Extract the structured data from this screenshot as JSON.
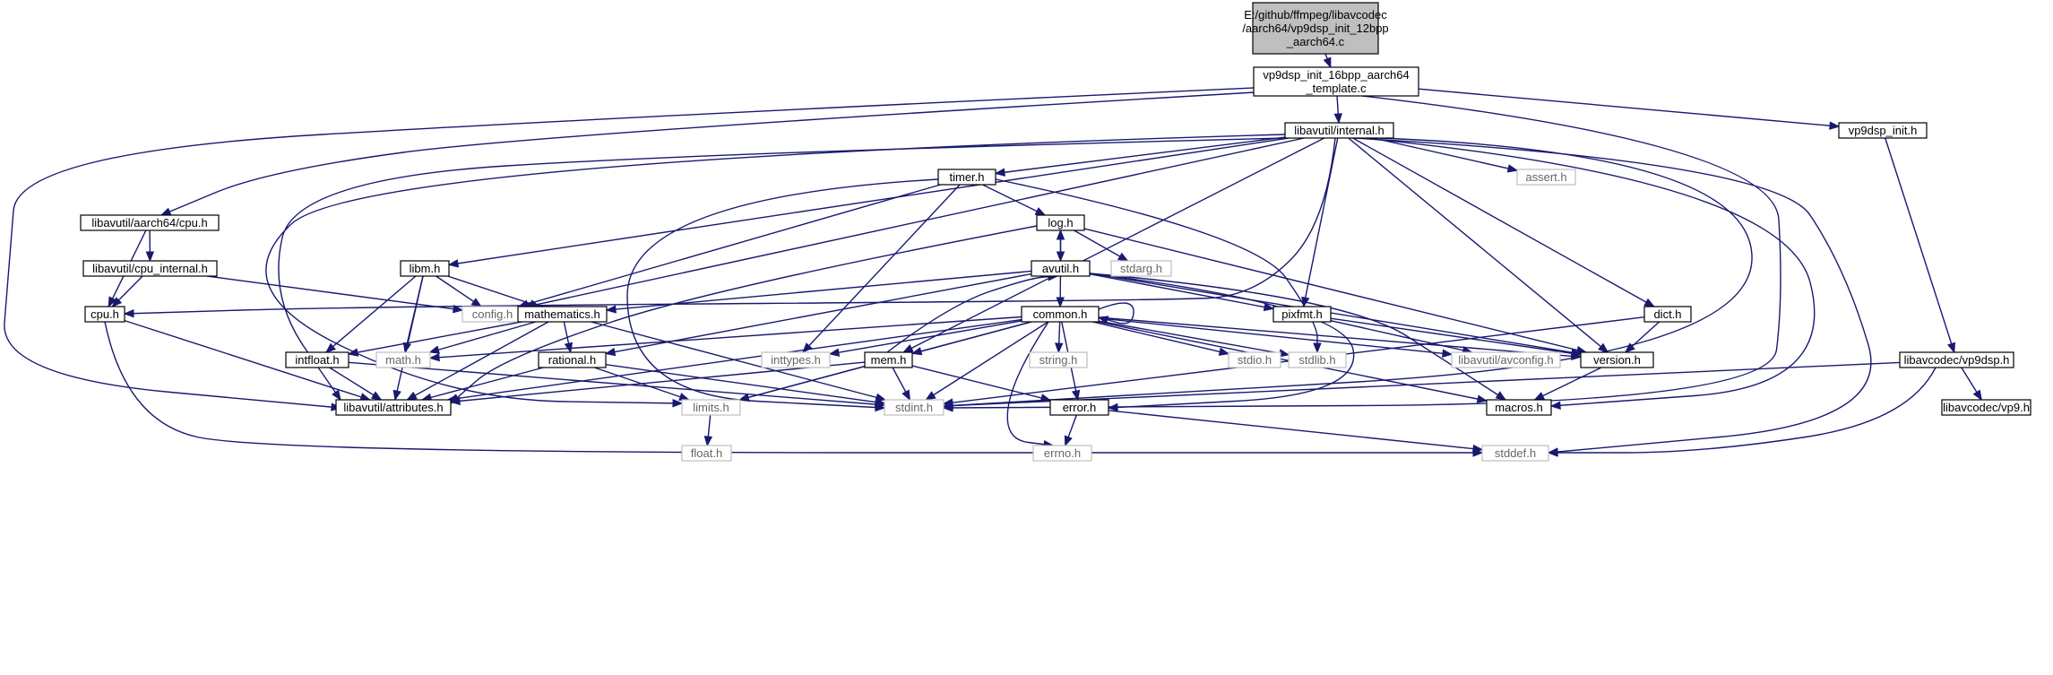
{
  "colors": {
    "edge": "#191970",
    "node_border": "#000000",
    "system_border": "#bfbfbf",
    "root_fill": "#bfbfbf",
    "node_fill": "#ffffff",
    "text": "#000000",
    "system_text": "#666666"
  },
  "nodes": [
    {
      "id": "root",
      "lines": [
        "E:/github/ffmpeg/libavcodec",
        "/aarch64/vp9dsp_init_12bpp",
        "_aarch64.c"
      ],
      "kind": "root"
    },
    {
      "id": "tmpl",
      "lines": [
        "vp9dsp_init_16bpp_aarch64",
        "_template.c"
      ],
      "kind": "file"
    },
    {
      "id": "internal",
      "lines": [
        "libavutil/internal.h"
      ],
      "kind": "file"
    },
    {
      "id": "vp9init",
      "lines": [
        "vp9dsp_init.h"
      ],
      "kind": "file"
    },
    {
      "id": "timer",
      "lines": [
        "timer.h"
      ],
      "kind": "file"
    },
    {
      "id": "assert",
      "lines": [
        "assert.h"
      ],
      "kind": "system"
    },
    {
      "id": "aacpu",
      "lines": [
        "libavutil/aarch64/cpu.h"
      ],
      "kind": "file"
    },
    {
      "id": "cpuint",
      "lines": [
        "libavutil/cpu_internal.h"
      ],
      "kind": "file"
    },
    {
      "id": "log",
      "lines": [
        "log.h"
      ],
      "kind": "file"
    },
    {
      "id": "libm",
      "lines": [
        "libm.h"
      ],
      "kind": "file"
    },
    {
      "id": "stdarg",
      "lines": [
        "stdarg.h"
      ],
      "kind": "system"
    },
    {
      "id": "avutil",
      "lines": [
        "avutil.h"
      ],
      "kind": "file"
    },
    {
      "id": "cpu",
      "lines": [
        "cpu.h"
      ],
      "kind": "file"
    },
    {
      "id": "config",
      "lines": [
        "config.h"
      ],
      "kind": "system"
    },
    {
      "id": "mathematics",
      "lines": [
        "mathematics.h"
      ],
      "kind": "file"
    },
    {
      "id": "common",
      "lines": [
        "common.h"
      ],
      "kind": "file"
    },
    {
      "id": "pixfmt",
      "lines": [
        "pixfmt.h"
      ],
      "kind": "file"
    },
    {
      "id": "dict",
      "lines": [
        "dict.h"
      ],
      "kind": "file"
    },
    {
      "id": "intfloat",
      "lines": [
        "intfloat.h"
      ],
      "kind": "file"
    },
    {
      "id": "math",
      "lines": [
        "math.h"
      ],
      "kind": "system"
    },
    {
      "id": "rational",
      "lines": [
        "rational.h"
      ],
      "kind": "file"
    },
    {
      "id": "inttypes",
      "lines": [
        "inttypes.h"
      ],
      "kind": "system"
    },
    {
      "id": "mem",
      "lines": [
        "mem.h"
      ],
      "kind": "file"
    },
    {
      "id": "string",
      "lines": [
        "string.h"
      ],
      "kind": "system"
    },
    {
      "id": "stdio",
      "lines": [
        "stdio.h"
      ],
      "kind": "system"
    },
    {
      "id": "stdlib",
      "lines": [
        "stdlib.h"
      ],
      "kind": "system"
    },
    {
      "id": "avconfig",
      "lines": [
        "libavutil/avconfig.h"
      ],
      "kind": "system"
    },
    {
      "id": "version",
      "lines": [
        "version.h"
      ],
      "kind": "file"
    },
    {
      "id": "vp9dsp",
      "lines": [
        "libavcodec/vp9dsp.h"
      ],
      "kind": "file"
    },
    {
      "id": "attributes",
      "lines": [
        "libavutil/attributes.h"
      ],
      "kind": "file"
    },
    {
      "id": "limits",
      "lines": [
        "limits.h"
      ],
      "kind": "system"
    },
    {
      "id": "stdint",
      "lines": [
        "stdint.h"
      ],
      "kind": "system"
    },
    {
      "id": "error",
      "lines": [
        "error.h"
      ],
      "kind": "file"
    },
    {
      "id": "macros",
      "lines": [
        "macros.h"
      ],
      "kind": "file"
    },
    {
      "id": "vp9",
      "lines": [
        "libavcodec/vp9.h"
      ],
      "kind": "file"
    },
    {
      "id": "float",
      "lines": [
        "float.h"
      ],
      "kind": "system"
    },
    {
      "id": "errno",
      "lines": [
        "errno.h"
      ],
      "kind": "system"
    },
    {
      "id": "stddef",
      "lines": [
        "stddef.h"
      ],
      "kind": "system"
    }
  ],
  "edges": [
    {
      "from": "root",
      "to": "tmpl"
    },
    {
      "from": "tmpl",
      "to": "internal"
    },
    {
      "from": "tmpl",
      "to": "vp9init"
    },
    {
      "from": "tmpl",
      "to": "aacpu"
    },
    {
      "from": "tmpl",
      "to": "attributes"
    },
    {
      "from": "tmpl",
      "to": "stdint"
    },
    {
      "from": "internal",
      "to": "timer"
    },
    {
      "from": "internal",
      "to": "assert"
    },
    {
      "from": "internal",
      "to": "libm"
    },
    {
      "from": "internal",
      "to": "config"
    },
    {
      "from": "internal",
      "to": "attributes"
    },
    {
      "from": "internal",
      "to": "cpu"
    },
    {
      "from": "internal",
      "to": "mem"
    },
    {
      "from": "internal",
      "to": "pixfmt"
    },
    {
      "from": "internal",
      "to": "dict"
    },
    {
      "from": "internal",
      "to": "version"
    },
    {
      "from": "internal",
      "to": "macros"
    },
    {
      "from": "internal",
      "to": "stddef"
    },
    {
      "from": "internal",
      "to": "stdint"
    },
    {
      "from": "internal",
      "to": "limits"
    },
    {
      "from": "vp9init",
      "to": "vp9dsp"
    },
    {
      "from": "timer",
      "to": "log"
    },
    {
      "from": "timer",
      "to": "config"
    },
    {
      "from": "timer",
      "to": "inttypes"
    },
    {
      "from": "timer",
      "to": "stdint"
    },
    {
      "from": "timer",
      "to": "stdlib"
    },
    {
      "from": "aacpu",
      "to": "cpuint"
    },
    {
      "from": "aacpu",
      "to": "cpu"
    },
    {
      "from": "cpuint",
      "to": "cpu"
    },
    {
      "from": "cpuint",
      "to": "config"
    },
    {
      "from": "log",
      "to": "avutil"
    },
    {
      "from": "log",
      "to": "stdarg"
    },
    {
      "from": "log",
      "to": "attributes"
    },
    {
      "from": "log",
      "to": "version"
    },
    {
      "from": "avutil",
      "to": "log"
    },
    {
      "from": "avutil",
      "to": "common"
    },
    {
      "from": "avutil",
      "to": "mathematics"
    },
    {
      "from": "avutil",
      "to": "rational"
    },
    {
      "from": "avutil",
      "to": "pixfmt"
    },
    {
      "from": "avutil",
      "to": "error"
    },
    {
      "from": "avutil",
      "to": "macros"
    },
    {
      "from": "avutil",
      "to": "version"
    },
    {
      "from": "libm",
      "to": "config"
    },
    {
      "from": "libm",
      "to": "mathematics"
    },
    {
      "from": "libm",
      "to": "intfloat"
    },
    {
      "from": "libm",
      "to": "math"
    },
    {
      "from": "libm",
      "to": "attributes"
    },
    {
      "from": "cpu",
      "to": "attributes"
    },
    {
      "from": "cpu",
      "to": "stddef"
    },
    {
      "from": "mathematics",
      "to": "intfloat"
    },
    {
      "from": "mathematics",
      "to": "math"
    },
    {
      "from": "mathematics",
      "to": "rational"
    },
    {
      "from": "mathematics",
      "to": "attributes"
    },
    {
      "from": "mathematics",
      "to": "stdint"
    },
    {
      "from": "common",
      "to": "common"
    },
    {
      "from": "common",
      "to": "mem"
    },
    {
      "from": "common",
      "to": "inttypes"
    },
    {
      "from": "common",
      "to": "math"
    },
    {
      "from": "common",
      "to": "string"
    },
    {
      "from": "common",
      "to": "stdio"
    },
    {
      "from": "common",
      "to": "stdlib"
    },
    {
      "from": "common",
      "to": "avconfig"
    },
    {
      "from": "common",
      "to": "version"
    },
    {
      "from": "common",
      "to": "attributes"
    },
    {
      "from": "common",
      "to": "limits"
    },
    {
      "from": "common",
      "to": "stdint"
    },
    {
      "from": "common",
      "to": "error"
    },
    {
      "from": "common",
      "to": "macros"
    },
    {
      "from": "common",
      "to": "errno"
    },
    {
      "from": "pixfmt",
      "to": "avconfig"
    },
    {
      "from": "pixfmt",
      "to": "version"
    },
    {
      "from": "dict",
      "to": "version"
    },
    {
      "from": "dict",
      "to": "stdint"
    },
    {
      "from": "intfloat",
      "to": "attributes"
    },
    {
      "from": "intfloat",
      "to": "stdint"
    },
    {
      "from": "rational",
      "to": "attributes"
    },
    {
      "from": "rational",
      "to": "limits"
    },
    {
      "from": "rational",
      "to": "stdint"
    },
    {
      "from": "mem",
      "to": "avutil"
    },
    {
      "from": "mem",
      "to": "attributes"
    },
    {
      "from": "mem",
      "to": "limits"
    },
    {
      "from": "mem",
      "to": "stdint"
    },
    {
      "from": "mem",
      "to": "error"
    },
    {
      "from": "version",
      "to": "macros"
    },
    {
      "from": "vp9dsp",
      "to": "vp9"
    },
    {
      "from": "vp9dsp",
      "to": "stdint"
    },
    {
      "from": "vp9dsp",
      "to": "stddef"
    },
    {
      "from": "limits",
      "to": "float"
    },
    {
      "from": "error",
      "to": "errno"
    },
    {
      "from": "error",
      "to": "stddef"
    }
  ]
}
